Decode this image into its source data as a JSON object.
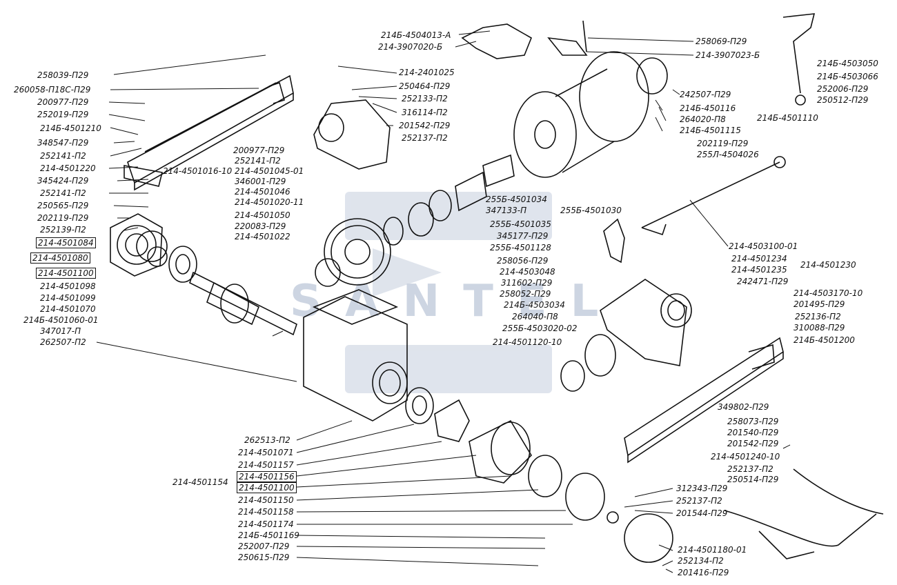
{
  "watermark": "SANTEL",
  "labels_left": [
    "258039-П29",
    "260058-П18С-П29",
    "200977-П29",
    "252019-П29",
    "214Б-4501210",
    "348547-П29",
    "252141-П2",
    "214-4501220",
    "345424-П29",
    "252141-П2",
    "250565-П29",
    "202119-П29",
    "252139-П2",
    "214-4501084",
    "214-4501080",
    "214-4501100",
    "214-4501098",
    "214-4501099",
    "214-4501070",
    "214Б-4501060-01",
    "347017-П",
    "262507-П2"
  ],
  "labels_center": [
    "200977-П29",
    "252141-П2",
    "214-4501045-01",
    "346001-П29",
    "214-4501046",
    "214-4501020-11",
    "214-4501050",
    "220083-П29",
    "214-4501022",
    "214-4501016-10",
    "214-2401025",
    "250464-П29",
    "252133-П2",
    "316114-П2",
    "201542-П29",
    "252137-П2"
  ],
  "labels_top": [
    "214Б-4504013-А",
    "214-3907020-Б",
    "258069-П29",
    "214-3907023-Б",
    "242507-П29",
    "214Б-450116",
    "264020-П8",
    "214Б-4501115",
    "202119-П29",
    "255Л-4504026",
    "214Б-4501110"
  ],
  "labels_top_right": [
    "214Б-4503050",
    "214Б-4503066",
    "252006-П29",
    "250512-П29"
  ],
  "labels_mid": [
    "255Б-4501034",
    "347133-П",
    "255Б-4501035",
    "345177-П29",
    "255Б-4501128",
    "255Б-4501030",
    "258056-П29",
    "214-4503048",
    "311602-П29",
    "258052-П29",
    "214Б-4503034",
    "264040-П8",
    "255Б-4503020-02",
    "214-4501120-10"
  ],
  "labels_right": [
    "214-4503100-01",
    "214-4501234",
    "214-4501235",
    "214-4501230",
    "242471-П29",
    "214-4503170-10",
    "201495-П29",
    "252136-П2",
    "310088-П29",
    "214Б-4501200",
    "349802-П29",
    "258073-П29",
    "201540-П29",
    "201542-П29",
    "214-4501240-10",
    "252137-П2",
    "250514-П29"
  ],
  "labels_bottom": [
    "262513-П2",
    "214-4501071",
    "214-4501157",
    "214-4501154",
    "214-4501156",
    "214-4501100",
    "214-4501150",
    "214-4501158",
    "214-4501174",
    "214Б-4501169",
    "252007-П29",
    "250615-П29"
  ],
  "labels_bottom_right": [
    "312343-П29",
    "252137-П2",
    "201544-П29",
    "214-4501180-01",
    "252134-П2",
    "201416-П29"
  ],
  "colors": {
    "ink": "#111111",
    "watermark": "#c5cede",
    "paper": "#ffffff"
  }
}
